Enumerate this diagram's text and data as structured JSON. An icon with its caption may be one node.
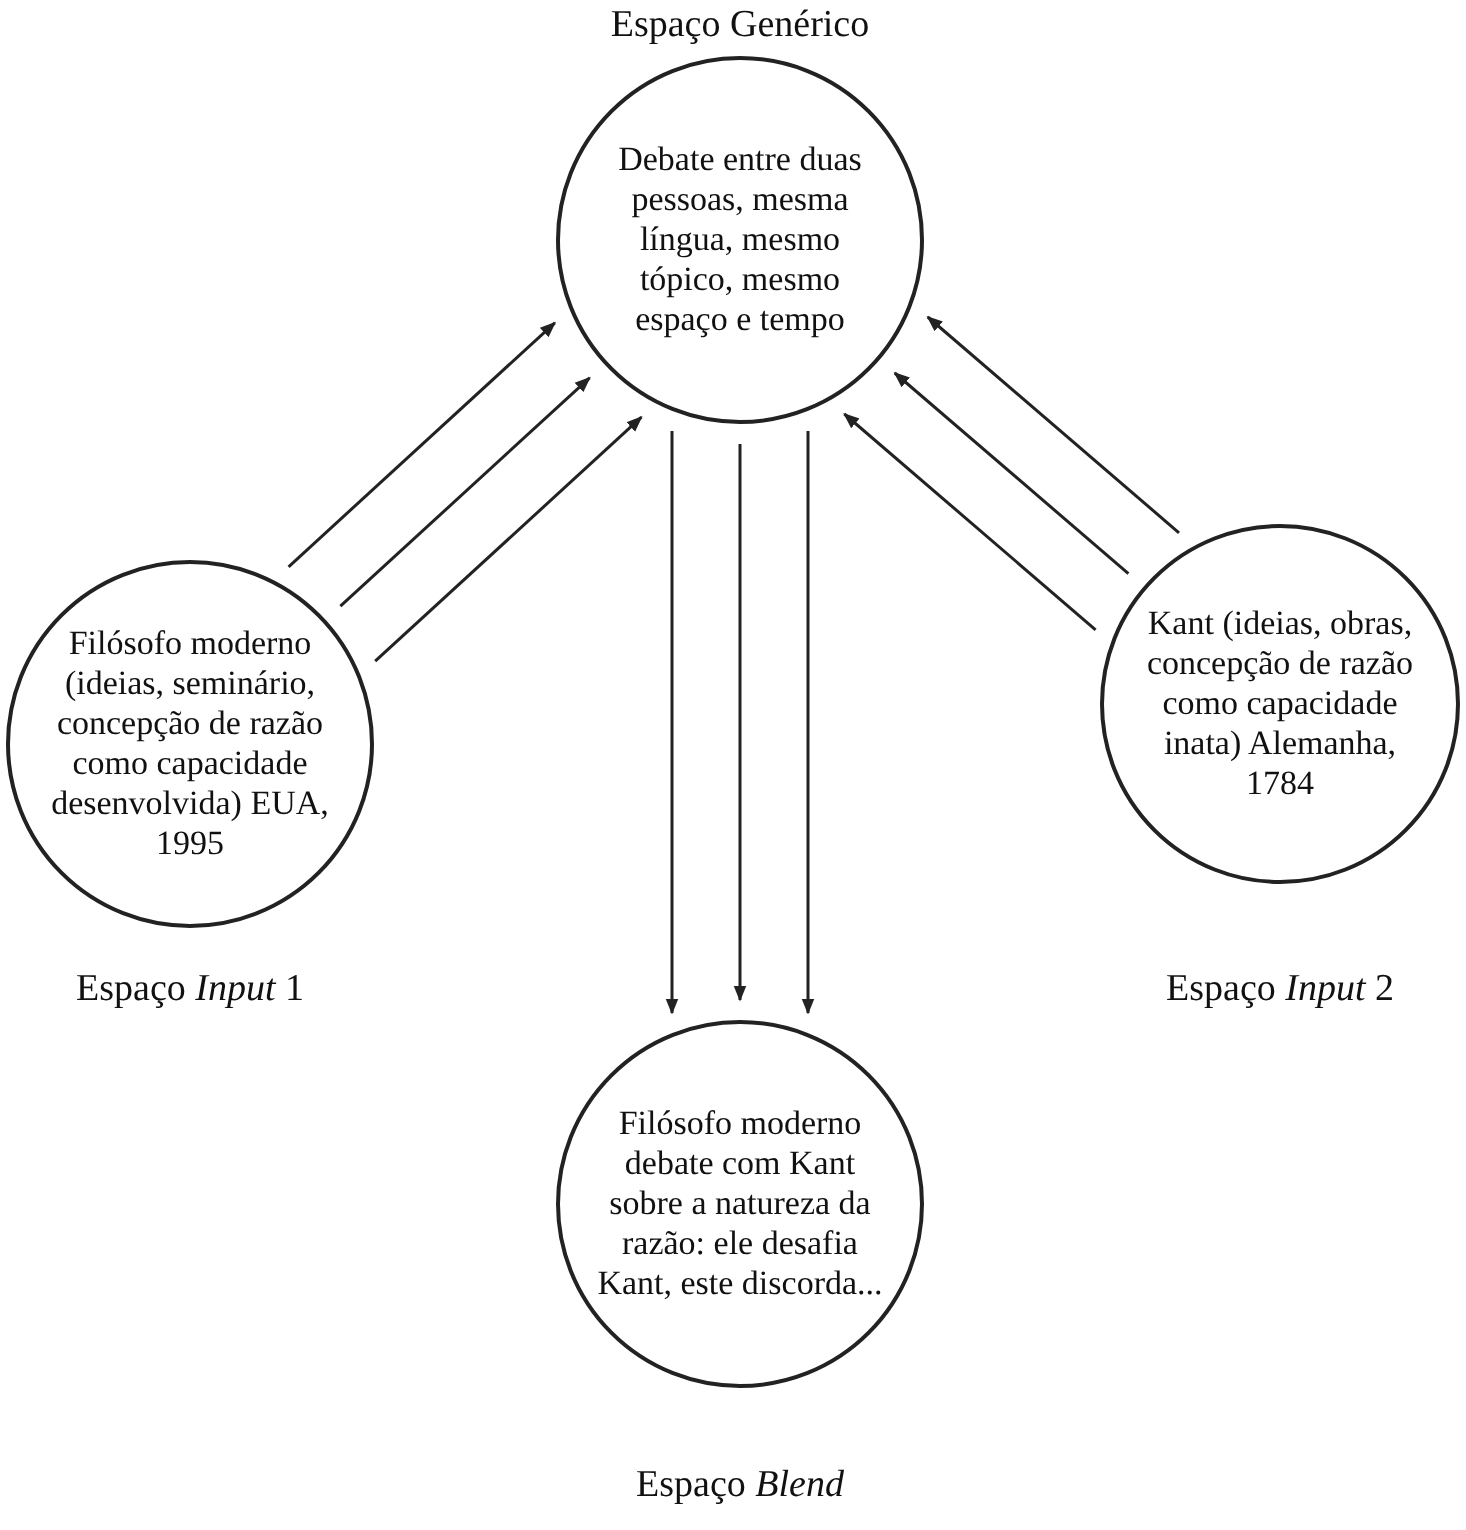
{
  "diagram": {
    "nodes": [
      {
        "text": [
          "Debate entre duas pessoas, mesma língua, mesmo tópico, mesmo espaço e tempo"
        ],
        "beside": [
          "Espaço Genérico"
        ]
      },
      {
        "text": [
          "Filósofo moderno (ideias, seminário, concepção de razão como capacidade desenvolvida) EUA, 1995"
        ],
        "beside": [
          "Espaço *Input* 1"
        ]
      },
      {
        "text": [
          "Kant (ideias, obras, concepção de razão como capacidade inata) Alemanha, 1784"
        ],
        "beside": [
          "Espaço *Input* 2"
        ]
      },
      {
        "text": [
          "Filósofo moderno debate com Kant sobre a natureza da razão: ele desafia Kant, este discorda..."
        ],
        "beside": [
          "Espaço *Blend*"
        ]
      }
    ],
    "edges": [
      {
        "from": 1,
        "to": 0,
        "arrow": "to"
      },
      {
        "from": 1,
        "to": 0,
        "arrow": "to"
      },
      {
        "from": 1,
        "to": 0,
        "arrow": "to"
      },
      {
        "from": 2,
        "to": 0,
        "arrow": "to"
      },
      {
        "from": 2,
        "to": 0,
        "arrow": "to"
      },
      {
        "from": 2,
        "to": 0,
        "arrow": "to"
      },
      {
        "from": 0,
        "to": 3,
        "arrow": "to"
      },
      {
        "from": 0,
        "to": 3,
        "arrow": "to"
      },
      {
        "from": 0,
        "to": 3,
        "arrow": "to"
      }
    ]
  }
}
